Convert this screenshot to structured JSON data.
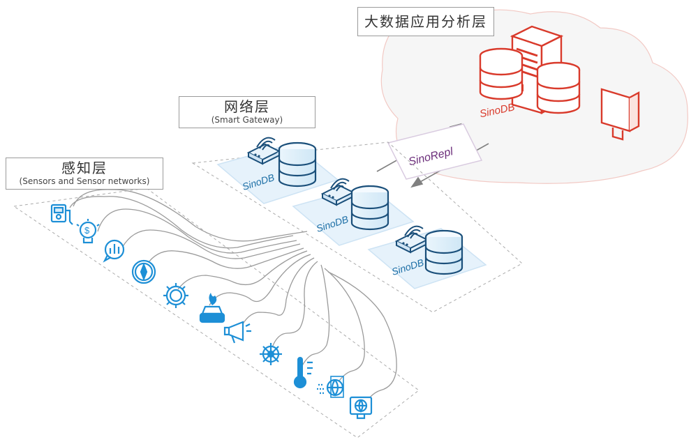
{
  "cloud_layer": {
    "title": "大数据应用分析层",
    "db_label": "SinoDB"
  },
  "network_layer": {
    "title": "网络层",
    "subtitle": "(Smart Gateway)",
    "node_label": "SinoDB"
  },
  "sensor_layer": {
    "title": "感知层",
    "subtitle": "(Sensors and Sensor networks)"
  },
  "replication": {
    "label": "SinoRepl"
  },
  "colors": {
    "sensor_blue": "#1d8fd6",
    "db_red": "#d93a2b",
    "repl_purple": "#6b2d7a",
    "line_gray": "#9a9a9a"
  },
  "sensor_icons": [
    "multimeter-icon",
    "lightbulb-dollar-icon",
    "chat-bar-chart-icon",
    "compass-icon",
    "gear-icon",
    "car-fire-icon",
    "megaphone-icon",
    "ship-wheel-icon",
    "thermometer-icon",
    "globe-stream-icon",
    "globe-screen-icon"
  ]
}
